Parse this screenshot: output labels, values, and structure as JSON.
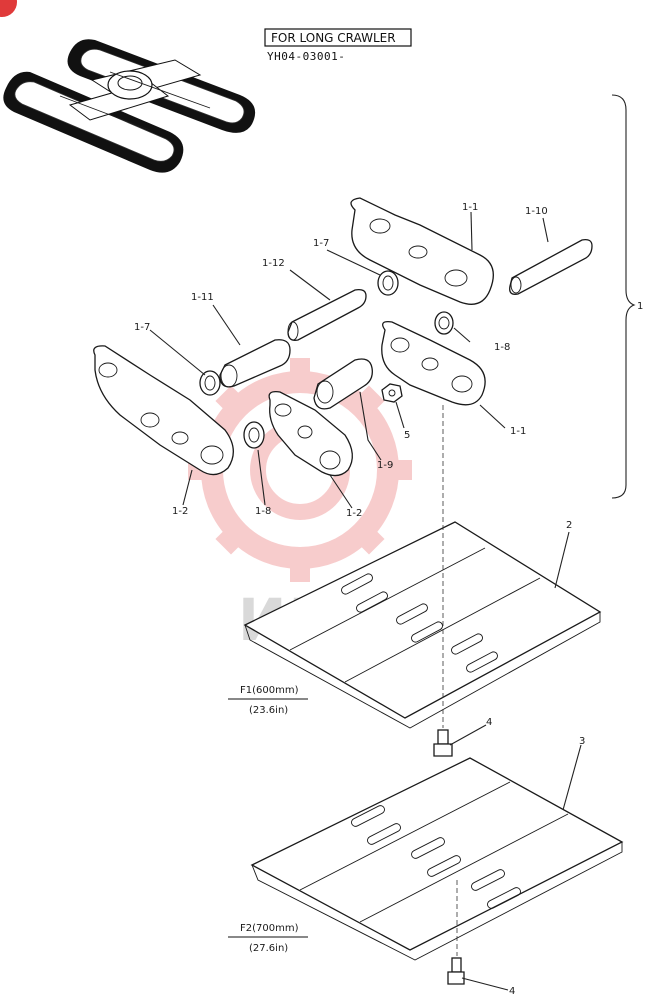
{
  "header": {
    "title": "FOR LONG CRAWLER",
    "code": "YH04-03001-"
  },
  "watermark": {
    "text": "ИНТЕХ",
    "gear_color": "#f2a3a3"
  },
  "part_labels": {
    "p1": "1",
    "p1_1a": "1-1",
    "p1_1b": "1-1",
    "p1_2a": "1-2",
    "p1_2b": "1-2",
    "p1_7a": "1-7",
    "p1_7b": "1-7",
    "p1_8a": "1-8",
    "p1_8b": "1-8",
    "p1_9": "1-9",
    "p1_10": "1-10",
    "p1_11": "1-11",
    "p1_12": "1-12",
    "p2": "2",
    "p3": "3",
    "p4a": "4",
    "p4b": "4",
    "p5": "5"
  },
  "shoe_f1": {
    "name": "F1(600mm)",
    "size": "(23.6in)"
  },
  "shoe_f2": {
    "name": "F2(700mm)",
    "size": "(27.6in)"
  },
  "badge": {
    "color": "#e03a3a"
  }
}
